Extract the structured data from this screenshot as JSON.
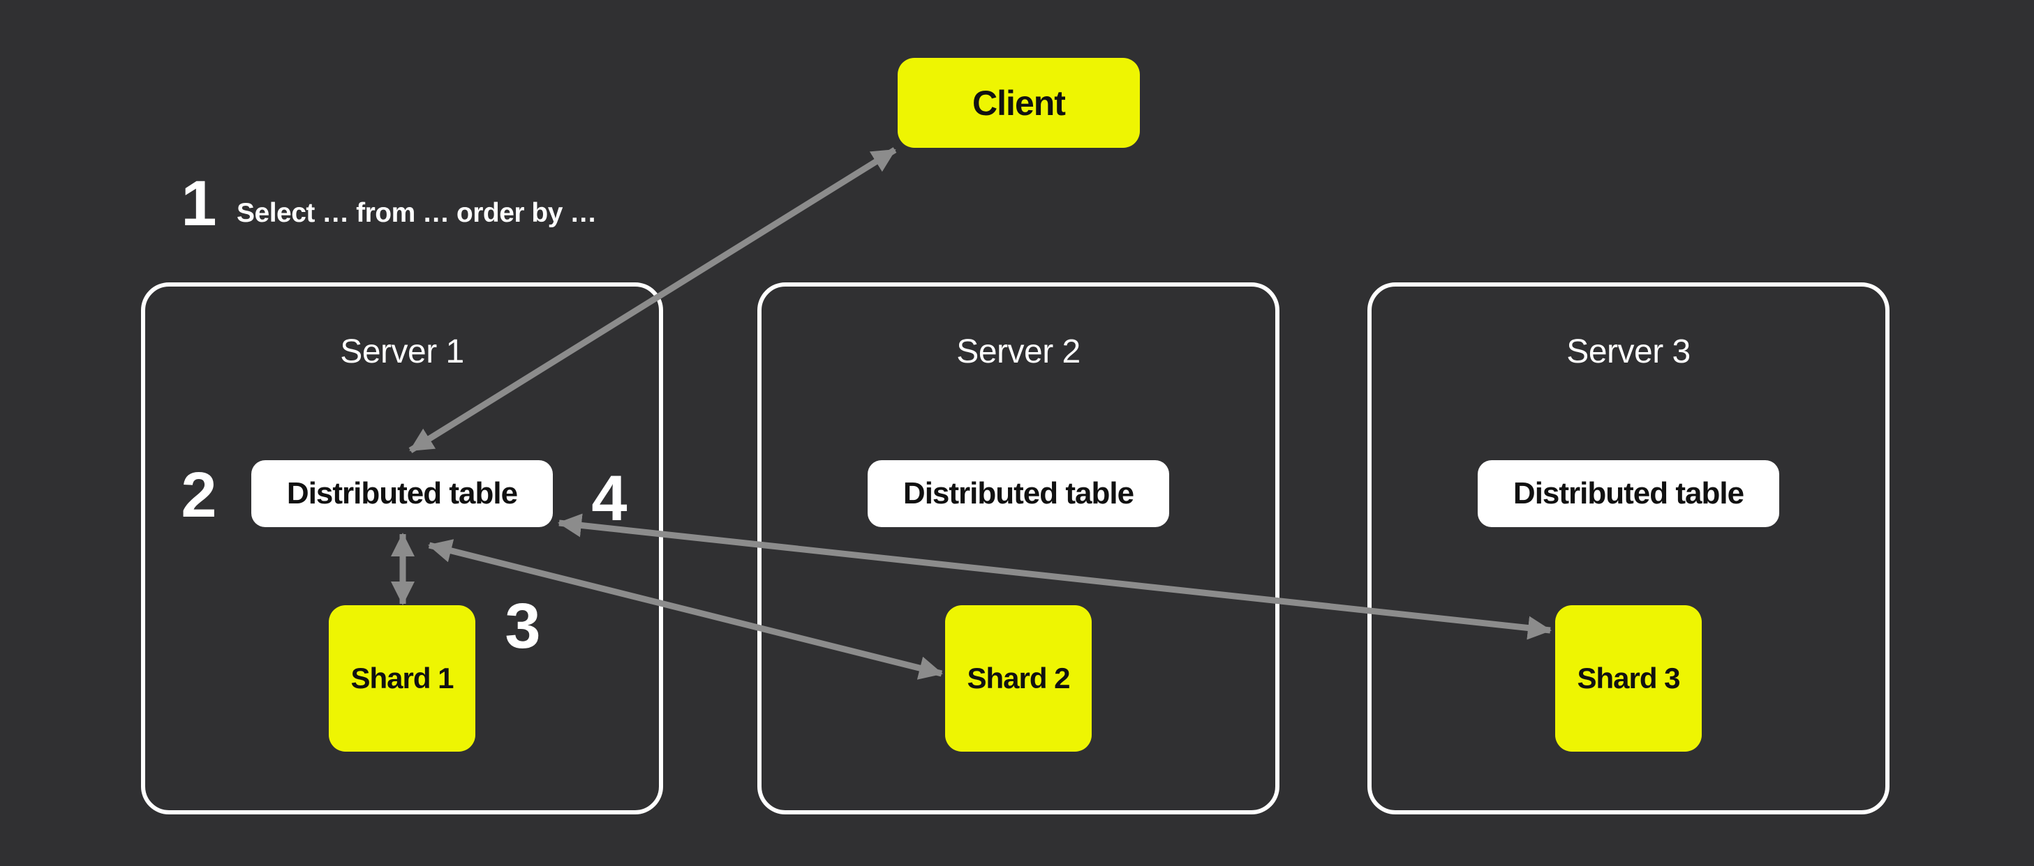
{
  "colors": {
    "background": "#303032",
    "accent_yellow": "#eef502",
    "arrow_gray": "#8c8c8c",
    "box_white": "#ffffff",
    "text_dark": "#111111",
    "text_light": "#ffffff"
  },
  "client": {
    "label": "Client"
  },
  "steps": {
    "step1": {
      "number": "1",
      "text": "Select … from … order by …"
    },
    "step2": {
      "number": "2"
    },
    "step3": {
      "number": "3"
    },
    "step4": {
      "number": "4"
    }
  },
  "servers": [
    {
      "title": "Server 1",
      "table_label": "Distributed table",
      "shard_label": "Shard 1"
    },
    {
      "title": "Server 2",
      "table_label": "Distributed table",
      "shard_label": "Shard 2"
    },
    {
      "title": "Server 3",
      "table_label": "Distributed table",
      "shard_label": "Shard 3"
    }
  ],
  "arrows": [
    {
      "name": "client-distributed-table-1",
      "from": "Client",
      "to": "Distributed table (Server 1)",
      "double_headed": true
    },
    {
      "name": "distributed-table-1-shard-1",
      "from": "Distributed table (Server 1)",
      "to": "Shard 1",
      "double_headed": true
    },
    {
      "name": "distributed-table-1-shard-2",
      "from": "Distributed table (Server 1)",
      "to": "Shard 2",
      "double_headed": true
    },
    {
      "name": "distributed-table-1-shard-3",
      "from": "Distributed table (Server 1)",
      "to": "Shard 3",
      "double_headed": true
    }
  ]
}
